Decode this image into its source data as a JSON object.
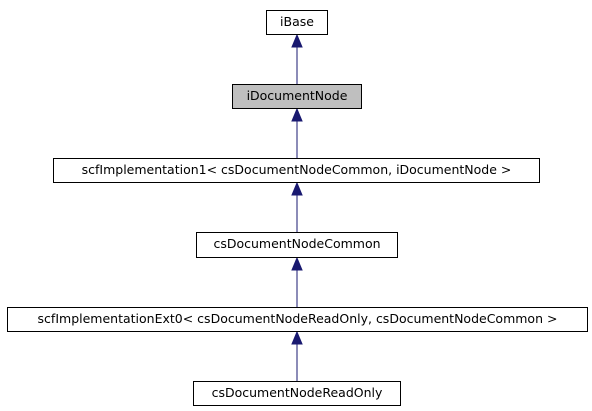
{
  "diagram": {
    "colors": {
      "edge": "#191970",
      "node_border": "#000000",
      "current_node_fill": "#bfbfbf"
    },
    "nodes": [
      {
        "id": "ibase",
        "label": "iBase",
        "current": false
      },
      {
        "id": "idocumentnode",
        "label": "iDocumentNode",
        "current": true
      },
      {
        "id": "scfimpl1",
        "label": "scfImplementation1< csDocumentNodeCommon, iDocumentNode >",
        "current": false
      },
      {
        "id": "csdocnodecommon",
        "label": "csDocumentNodeCommon",
        "current": false
      },
      {
        "id": "scfimplext0",
        "label": "scfImplementationExt0< csDocumentNodeReadOnly, csDocumentNodeCommon >",
        "current": false
      },
      {
        "id": "csdocnodereadonly",
        "label": "csDocumentNodeReadOnly",
        "current": false
      }
    ],
    "edges": [
      {
        "from": "idocumentnode",
        "to": "ibase"
      },
      {
        "from": "scfimpl1",
        "to": "idocumentnode"
      },
      {
        "from": "csdocnodecommon",
        "to": "scfimpl1"
      },
      {
        "from": "scfimplext0",
        "to": "csdocnodecommon"
      },
      {
        "from": "csdocnodereadonly",
        "to": "scfimplext0"
      }
    ]
  }
}
